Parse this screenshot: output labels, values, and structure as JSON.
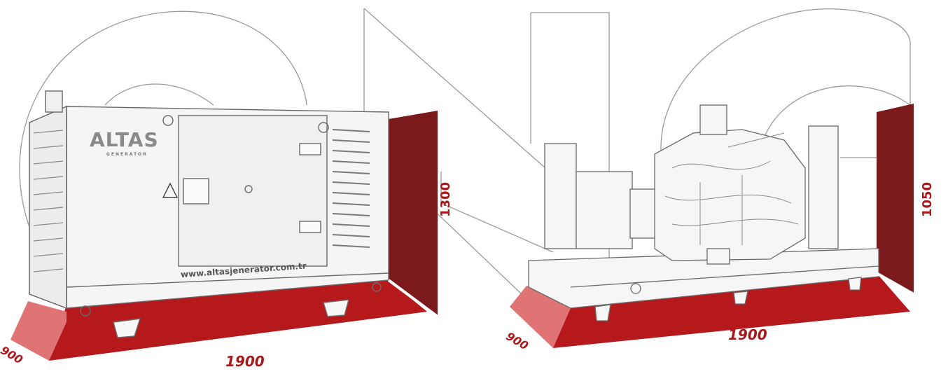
{
  "colors": {
    "base_red": "#b5191c",
    "side_pink": "#e07474",
    "wall_dark": "#7a1a1c",
    "line_gray": "#9a9a9a",
    "text_red": "#a8191c"
  },
  "left_unit": {
    "brand_name": "ALTAS",
    "brand_sub": "GENERATOR",
    "website": "www.altasjenerator.com.tr",
    "dim_depth": "900",
    "dim_length": "1900",
    "dim_height": "1300"
  },
  "right_unit": {
    "dim_depth": "900",
    "dim_length": "1900",
    "dim_height": "1050"
  }
}
